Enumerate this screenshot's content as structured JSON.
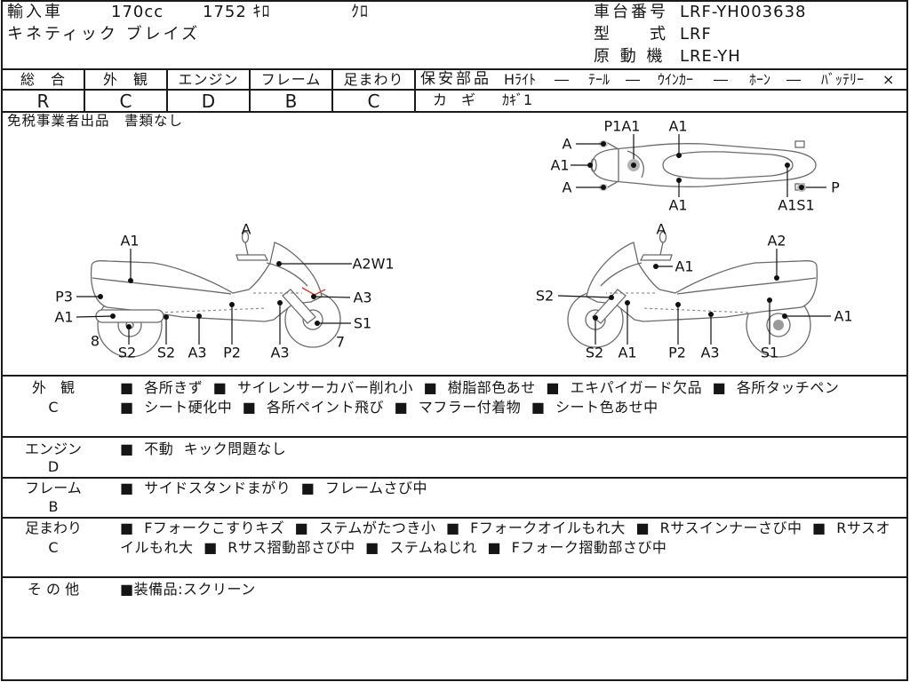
{
  "header": {
    "import_label": "輸入車",
    "displacement": "170cc",
    "mileage": "1752 ｷﾛ",
    "color": "ｸﾛ",
    "model_name": "キネティック ブレイズ",
    "frame_number_label": "車台番号",
    "frame_number": "LRF-YH003638",
    "model_code_label": "型　　式",
    "model_code": "LRF",
    "engine_label": "原 動 機",
    "engine_code": "LRE-YH"
  },
  "grades": [
    {
      "label": "総　合",
      "value": "R"
    },
    {
      "label": "外　観",
      "value": "C"
    },
    {
      "label": "エンジン",
      "value": "D"
    },
    {
      "label": "フレーム",
      "value": "B"
    },
    {
      "label": "足まわり",
      "value": "C"
    }
  ],
  "safety_parts": {
    "label": "保安部品",
    "items": [
      {
        "name": "Hﾗｲﾄ",
        "status": "―"
      },
      {
        "name": "ﾃｰﾙ",
        "status": "―"
      },
      {
        "name": "ｳｲﾝｶｰ",
        "status": "―"
      },
      {
        "name": "ﾎｰﾝ",
        "status": "―"
      },
      {
        "name": "ﾊﾞｯﾃﾘｰ",
        "status": "×"
      }
    ],
    "key_label": "カ　ギ",
    "key_value": "ｶｷﾞ1"
  },
  "diagram": {
    "note": "免税事業者出品　書類なし",
    "top_view": [
      "P1A1",
      "A1",
      "A",
      "A1",
      "A",
      "A1",
      "A1S1",
      "P"
    ],
    "left_view": [
      "A",
      "A1",
      "A2W1",
      "P3",
      "A3",
      "A1",
      "S1",
      "8",
      "7",
      "S2",
      "S2",
      "A3",
      "P2",
      "A3"
    ],
    "right_view": [
      "A",
      "A2",
      "A1",
      "S2",
      "A1",
      "S2",
      "A1",
      "P2",
      "A3",
      "S1"
    ]
  },
  "remarks": [
    {
      "label": "外　観",
      "grade": "C",
      "lines": [
        "■ 各所きず ■ サイレンサーカバー削れ小 ■ 樹脂部色あせ ■ エキパイガード欠品 ■ 各所タッチペン",
        "■ シート硬化中 ■ 各所ペイント飛び ■ マフラー付着物 ■ シート色あせ中"
      ]
    },
    {
      "label": "エンジン",
      "grade": "D",
      "lines": [
        "■ 不動 キック問題なし"
      ]
    },
    {
      "label": "フレーム",
      "grade": "B",
      "lines": [
        "■ サイドスタンドまがり ■ フレームさび中"
      ]
    },
    {
      "label": "足まわり",
      "grade": "C",
      "lines": [
        "■ Fフォークこすりキズ ■ ステムがたつき小 ■ Fフォークオイルもれ大 ■ Rサスインナーさび中 ■ Rサスオ",
        "イルもれ大 ■ Rサス摺動部さび中 ■ ステムねじれ ■ Fフォーク摺動部さび中"
      ]
    },
    {
      "label": "そ の 他",
      "lines": [
        "■装備品:スクリーン"
      ]
    }
  ]
}
